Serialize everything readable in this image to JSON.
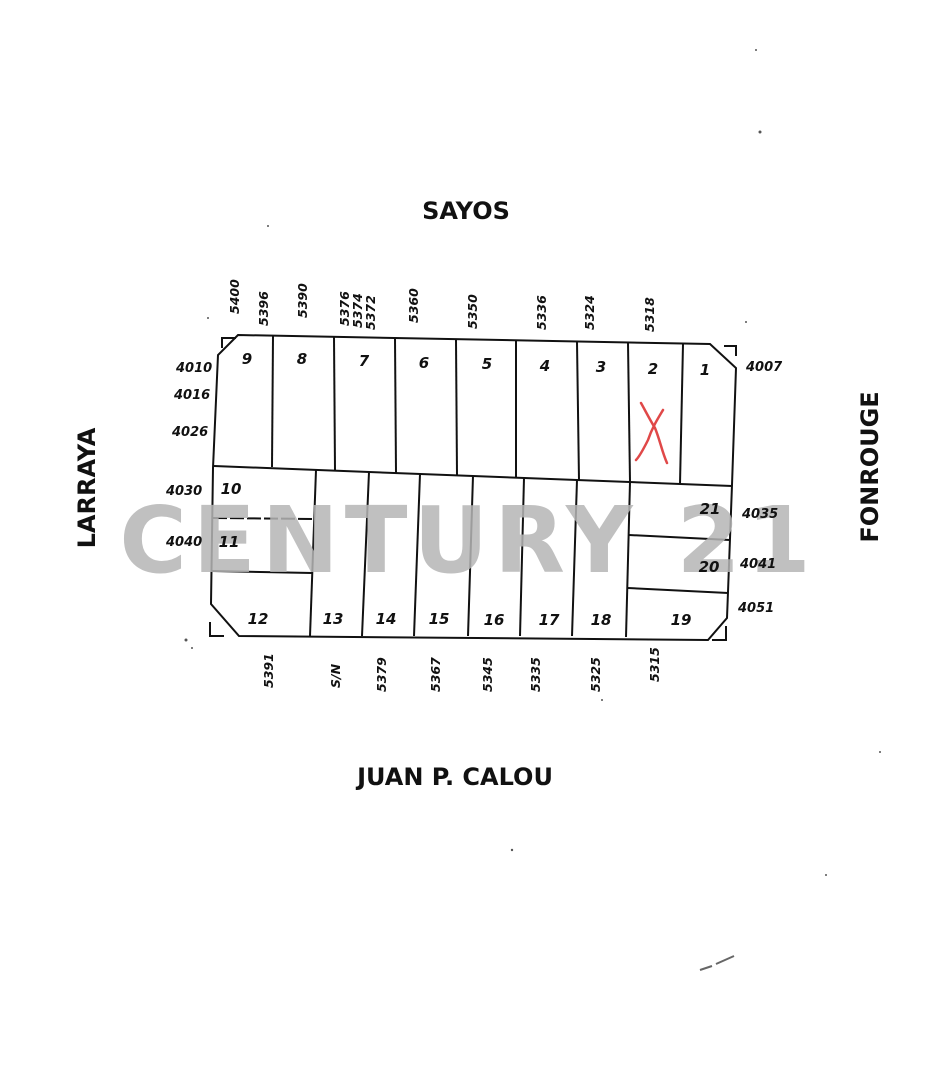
{
  "streets": {
    "north": "SAYOS",
    "south": "JUAN P. CALOU",
    "west": "LARRAYA",
    "east": "FONROUGE"
  },
  "watermark": "CENTURY 21",
  "lots": {
    "l1": "1",
    "l2": "2",
    "l3": "3",
    "l4": "4",
    "l5": "5",
    "l6": "6",
    "l7": "7",
    "l8": "8",
    "l9": "9",
    "l10": "10",
    "l11": "11",
    "l12": "12",
    "l13": "13",
    "l14": "14",
    "l15": "15",
    "l16": "16",
    "l17": "17",
    "l18": "18",
    "l19": "19",
    "l20": "20",
    "l21": "21"
  },
  "selected_lot": "2",
  "selected_mark": "X",
  "mark_color": "#e04848",
  "addresses": {
    "north": [
      "5400",
      "5396",
      "5390",
      "5376",
      "5374",
      "5372",
      "5360",
      "5350",
      "5336",
      "5324",
      "5318"
    ],
    "south": [
      "5391",
      "S/N",
      "5379",
      "5367",
      "5345",
      "5335",
      "5325",
      "5315"
    ],
    "west": [
      "4010",
      "4016",
      "4026",
      "4030",
      "4040"
    ],
    "east": [
      "4007",
      "4035",
      "4041",
      "4051"
    ]
  }
}
